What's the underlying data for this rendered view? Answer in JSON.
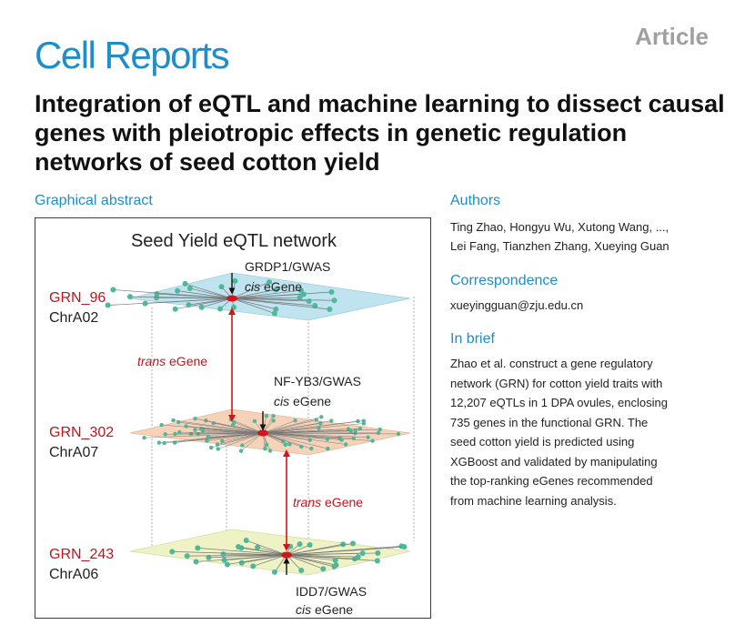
{
  "header": {
    "journal": "Cell Reports",
    "article_type": "Article"
  },
  "title": "Integration of eQTL and machine learning to dissect causal genes with pleiotropic effects in genetic regulation networks of seed cotton yield",
  "graphical_abstract": {
    "heading": "Graphical abstract",
    "figure_title": "Seed Yield eQTL network",
    "layers": [
      {
        "grn": "GRN_96",
        "chr": "ChrA02",
        "gene": "GRDP1/GWAS",
        "cis_label": "cis",
        "cis_suffix": " eGene",
        "color": "#bfe3ef"
      },
      {
        "grn": "GRN_302",
        "chr": "ChrA07",
        "gene": "NF-YB3/GWAS",
        "cis_label": "cis",
        "cis_suffix": " eGene",
        "color": "#f6d2b8"
      },
      {
        "grn": "GRN_243",
        "chr": "ChrA06",
        "gene": "IDD7/GWAS",
        "cis_label": "cis",
        "cis_suffix": " eGene",
        "color": "#eef2c4"
      }
    ],
    "trans_links": [
      {
        "label": "trans",
        "suffix": " eGene"
      },
      {
        "label": "trans",
        "suffix": " eGene"
      }
    ],
    "colors": {
      "grn_label": "#c0141c",
      "hub_node": "#d4141c",
      "node": "#4db89a",
      "edge": "#777777"
    }
  },
  "authors": {
    "heading": "Authors",
    "line1": "Ting Zhao, Hongyu Wu, Xutong Wang, ...,",
    "line2": "Lei Fang, Tianzhen Zhang, Xueying Guan"
  },
  "correspondence": {
    "heading": "Correspondence",
    "email": "xueyingguan@zju.edu.cn"
  },
  "in_brief": {
    "heading": "In brief",
    "lines": [
      "Zhao et al. construct a gene regulatory",
      "network (GRN) for cotton yield traits with",
      "12,207 eQTLs in 1 DPA ovules, enclosing",
      "735 genes in the functional GRN. The",
      "seed cotton yield is predicted using",
      "XGBoost and validated by manipulating",
      "the top-ranking eGenes recommended",
      "from machine learning analysis."
    ]
  }
}
